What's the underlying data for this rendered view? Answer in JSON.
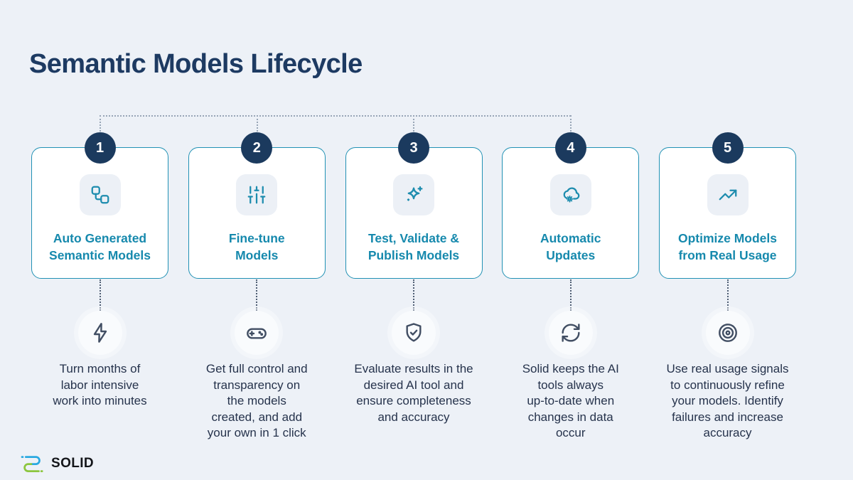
{
  "page": {
    "title": "Semantic Models Lifecycle",
    "background_color": "#edf1f7"
  },
  "connector": {
    "style": "dotted",
    "spans": "badges 1 through 4"
  },
  "steps": [
    {
      "number": "1",
      "card_icon": "workflow-nodes-icon",
      "title": [
        "Auto Generated",
        "Semantic Models"
      ],
      "detail_icon": "lightning-bolt-icon",
      "description": [
        "Turn months of",
        "labor intensive",
        "work into minutes"
      ]
    },
    {
      "number": "2",
      "card_icon": "sliders-icon",
      "title": [
        "Fine-tune",
        "Models"
      ],
      "detail_icon": "gamepad-icon",
      "description": [
        "Get full control and",
        "transparency on",
        "the models",
        "created, and add",
        "your own in 1 click"
      ]
    },
    {
      "number": "3",
      "card_icon": "sparkle-icon",
      "title": [
        "Test, Validate &",
        "Publish Models"
      ],
      "detail_icon": "shield-check-icon",
      "description": [
        "Evaluate results in the",
        "desired AI tool and",
        "ensure completeness",
        "and accuracy"
      ]
    },
    {
      "number": "4",
      "card_icon": "cloud-gear-icon",
      "title": [
        "Automatic",
        "Updates"
      ],
      "detail_icon": "sync-arrows-icon",
      "description": [
        "Solid keeps the AI",
        "tools always",
        "up-to-date when",
        "changes in data",
        "occur"
      ]
    },
    {
      "number": "5",
      "card_icon": "trend-up-icon",
      "title": [
        "Optimize Models",
        "from Real Usage"
      ],
      "detail_icon": "target-icon",
      "description": [
        "Use real usage signals",
        "to continuously refine",
        "your models. Identify",
        "failures and increase",
        "accuracy"
      ]
    }
  ],
  "footer": {
    "brand": "SOLID",
    "logo_icon": "solid-s-logo"
  },
  "colors": {
    "title_navy": "#1d3a62",
    "badge_navy": "#1b3a5e",
    "card_border_teal": "#2191b4",
    "card_title_teal": "#1689ad",
    "card_icon_teal": "#1d8cae",
    "detail_icon_slate": "#414e63",
    "body_text_navy": "#26334c",
    "dotted_line_gray": "#97a5b6",
    "logo_blue": "#29a9e1",
    "logo_green": "#8cc63e"
  }
}
